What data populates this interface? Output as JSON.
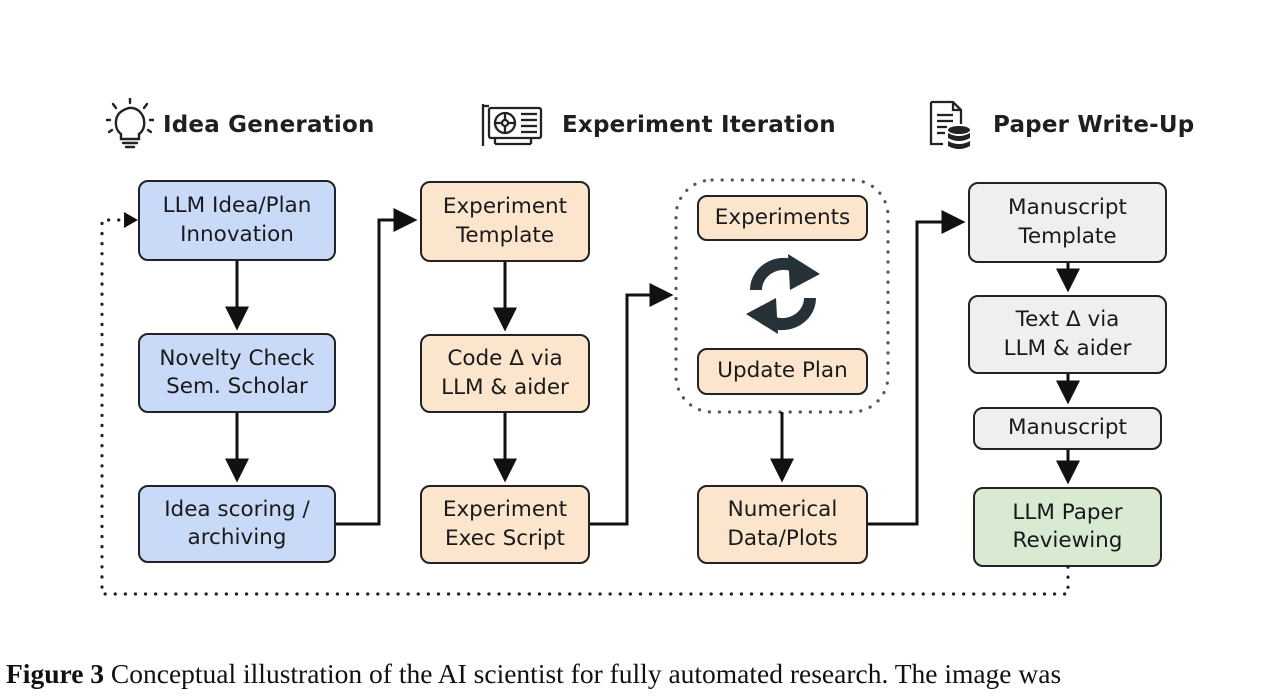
{
  "sections": {
    "idea": "Idea Generation",
    "experiment": "Experiment Iteration",
    "paper": "Paper Write-Up"
  },
  "boxes": {
    "llm_idea": "LLM Idea/Plan\nInnovation",
    "novelty": "Novelty Check\nSem. Scholar",
    "scoring": "Idea scoring /\narchiving",
    "exp_template": "Experiment\nTemplate",
    "code_delta": "Code Δ via\nLLM & aider",
    "exec_script": "Experiment\nExec Script",
    "experiments": "Experiments",
    "update_plan": "Update Plan",
    "numerical": "Numerical\nData/Plots",
    "manuscript_template": "Manuscript\nTemplate",
    "text_delta": "Text Δ via\nLLM & aider",
    "manuscript": "Manuscript",
    "review": "LLM Paper\nReviewing"
  },
  "colors": {
    "blue": "#c9daf8",
    "orange": "#fce5cd",
    "gray": "#efefef",
    "green": "#d9ead3",
    "refresh_icon": "#263238"
  },
  "icons": [
    "lightbulb-icon",
    "gpu-card-icon",
    "document-database-icon",
    "refresh-cycle-icon"
  ],
  "caption": {
    "label": "Figure 3",
    "text": "Conceptual illustration of the AI scientist for fully automated research. The image was"
  }
}
